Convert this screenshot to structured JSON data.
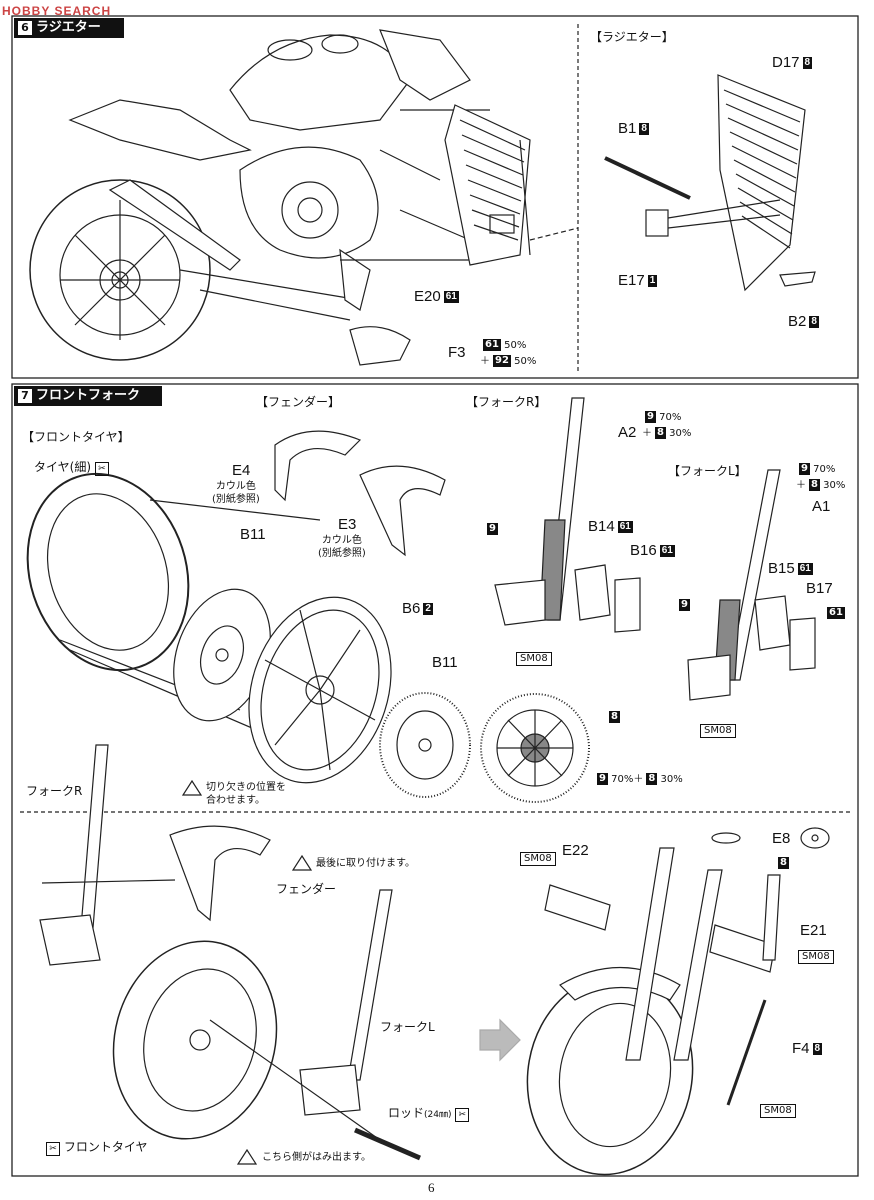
{
  "watermark": "HOBBY SEARCH",
  "section6": {
    "num": "6",
    "title": "ラジエター"
  },
  "section7": {
    "num": "7",
    "title": "フロントフォーク"
  },
  "radiator_box_title": "【ラジエター】",
  "fender_title": "【フェンダー】",
  "forkR_title": "【フォークR】",
  "forkL_title": "【フォークL】",
  "front_tire_title": "【フロントタイヤ】",
  "parts6": {
    "d17": "D17",
    "d17_b": "8",
    "b1": "B1",
    "b1_b": "8",
    "e17": "E17",
    "e17_b": "1",
    "b2": "B2",
    "b2_b": "8",
    "e20": "E20",
    "e20_b": "61",
    "f3": "F3",
    "f3_b1": "61",
    "f3_p1": "50%",
    "f3_plus": "＋",
    "f3_b2": "92",
    "f3_p2": "50%"
  },
  "parts7": {
    "tire": "タイヤ(細)",
    "e4": "E4",
    "e4_note1": "カウル色",
    "e4_note2": "(別紙参照)",
    "e3": "E3",
    "e3_note1": "カウル色",
    "e3_note2": "(別紙参照)",
    "b11a": "B11",
    "b6": "B6",
    "b6_b": "2",
    "b11b": "B11",
    "notch1": "切り欠きの位置を",
    "notch2": "合わせます。",
    "a2": "A2",
    "a2_b1": "9",
    "a2_p1": "70%",
    "a2_plus": "＋",
    "a2_b2": "8",
    "a2_p2": "30%",
    "b14": "B14",
    "b14_b": "61",
    "b16": "B16",
    "b16_b": "61",
    "r9": "9",
    "sm08a": "SM08",
    "a1": "A1",
    "a1_b1": "9",
    "a1_p1": "70%",
    "a1_plus": "＋",
    "a1_b2": "8",
    "a1_p2": "30%",
    "b15": "B15",
    "b15_b": "61",
    "b17": "B17",
    "b17_b": "61",
    "l9": "9",
    "sm08b": "SM08",
    "disc_b": "8",
    "disc_b1": "9",
    "disc_p1": "70%",
    "disc_plus": "＋",
    "disc_b2": "8",
    "disc_p2": "30%"
  },
  "assembly": {
    "forkR": "フォークR",
    "last": "最後に取り付けます。",
    "fender": "フェンダー",
    "forkL": "フォークL",
    "rod": "ロッド",
    "rod_size": "(24㎜)",
    "front_tire": "フロントタイヤ",
    "protrude": "こちら側がはみ出ます。",
    "sm08c": "SM08",
    "e22": "E22",
    "e8": "E8",
    "e8_b": "8",
    "e21": "E21",
    "sm08d": "SM08",
    "f4": "F4",
    "f4_b": "8",
    "sm08e": "SM08"
  },
  "page_number": "6"
}
